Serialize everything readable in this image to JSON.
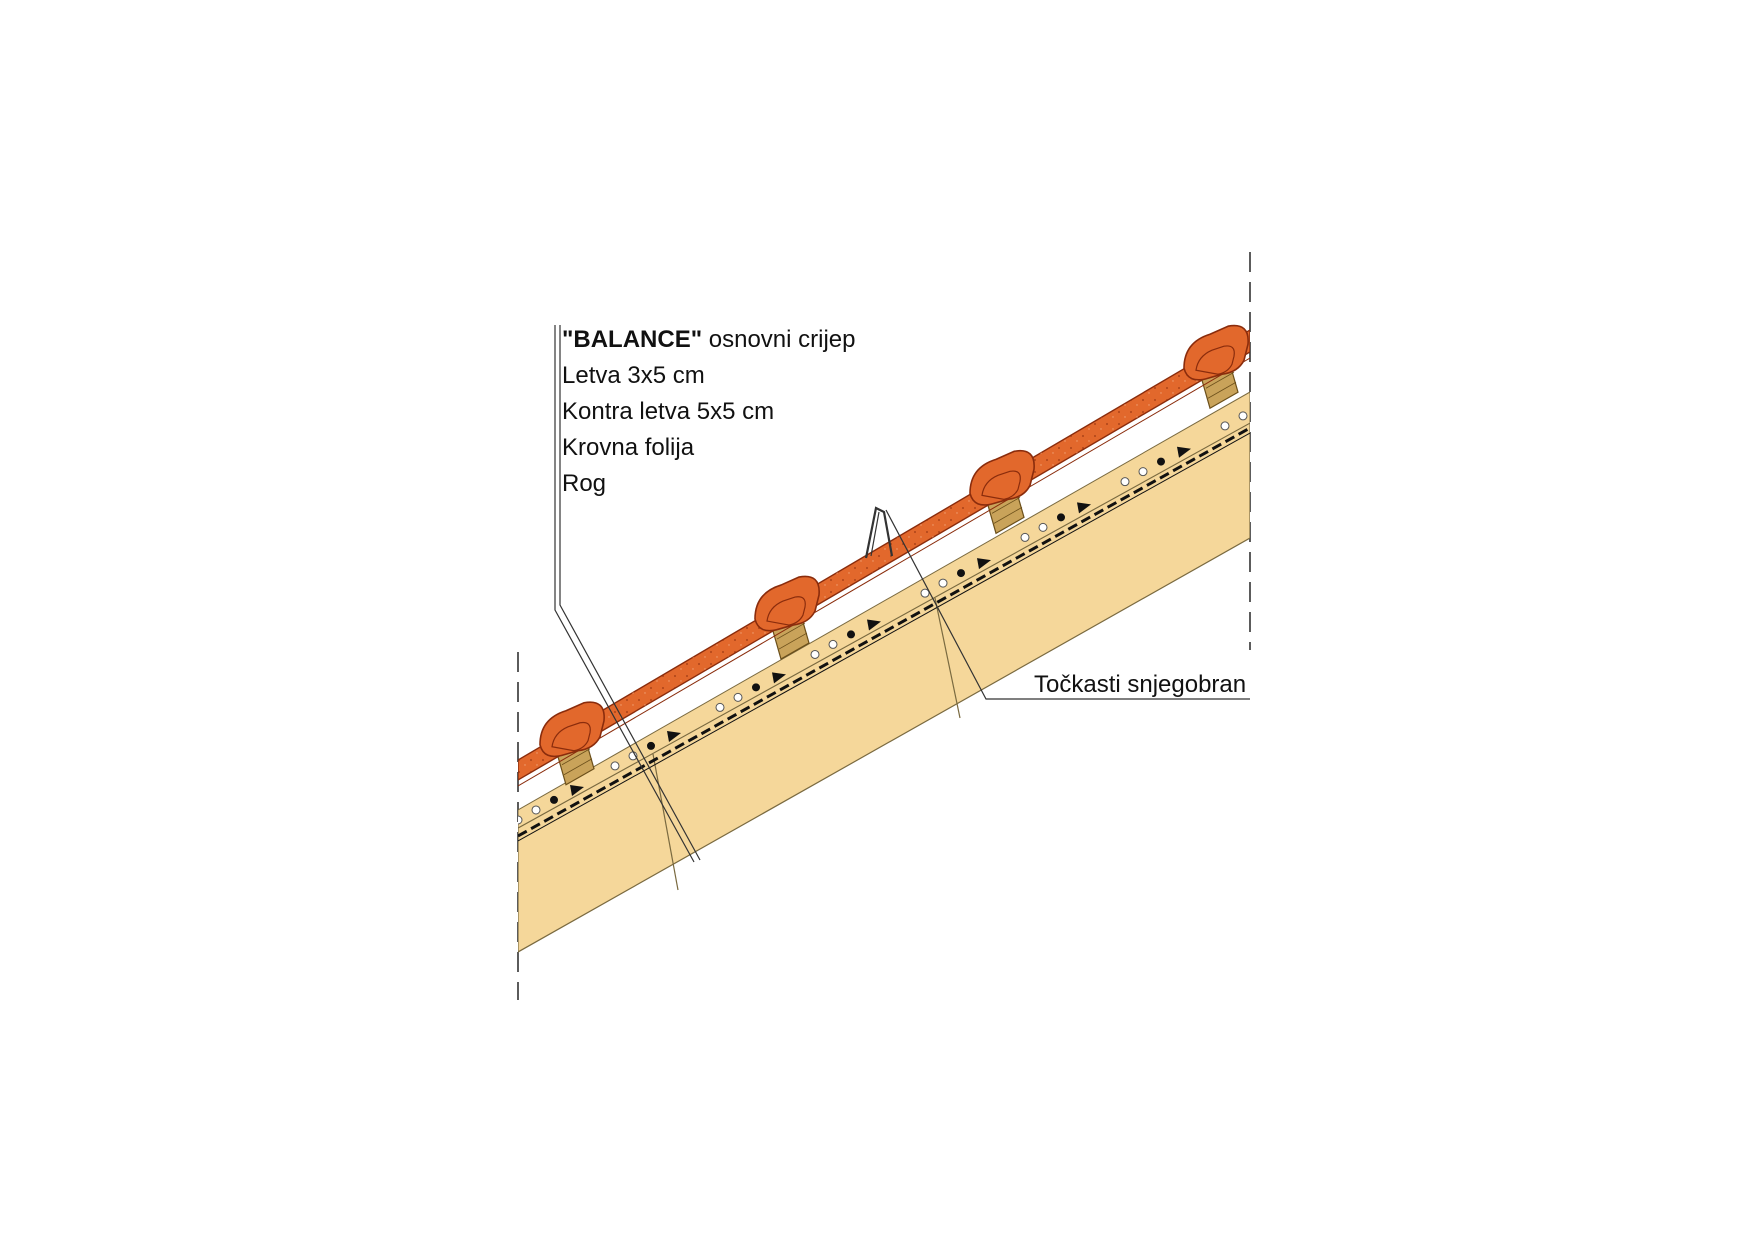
{
  "labels": {
    "tile_brand": "\"BALANCE\"",
    "tile_rest": " osnovni crijep",
    "batten": "Letva 3x5 cm",
    "counter_batten": "Kontra letva 5x5 cm",
    "membrane": "Krovna folija",
    "rafter": "Rog",
    "snow_guard": "Točkasti snjegobran"
  },
  "colors": {
    "rafter": "#f5d79a",
    "tile": "#e2682c",
    "tile_dark": "#8a2c0c",
    "batten": "#c9a35a",
    "line": "#222222",
    "background": "#ffffff"
  }
}
